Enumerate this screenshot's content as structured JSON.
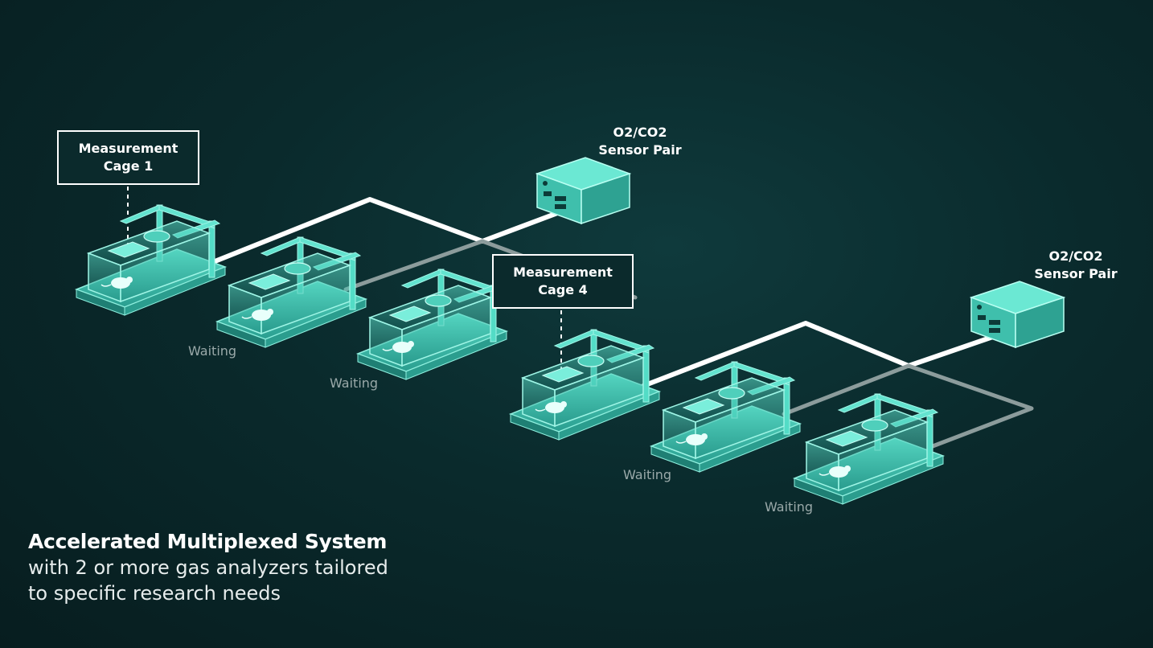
{
  "labels": {
    "cage1": [
      "Measurement",
      "Cage 1"
    ],
    "cage4": [
      "Measurement",
      "Cage 4"
    ],
    "sensor": [
      "O2/CO2",
      "Sensor Pair"
    ]
  },
  "status": {
    "waiting": "Waiting"
  },
  "caption": {
    "title": "Accelerated Multiplexed System",
    "line1": "with 2 or more gas analyzers tailored",
    "line2": "to specific research needs"
  },
  "colors": {
    "background": "#0a2a2c",
    "cage": "#3fd4bd",
    "active_line": "#ffffff",
    "inactive_line": "#8c9c9c",
    "waiting_text": "#9aa9a9"
  }
}
